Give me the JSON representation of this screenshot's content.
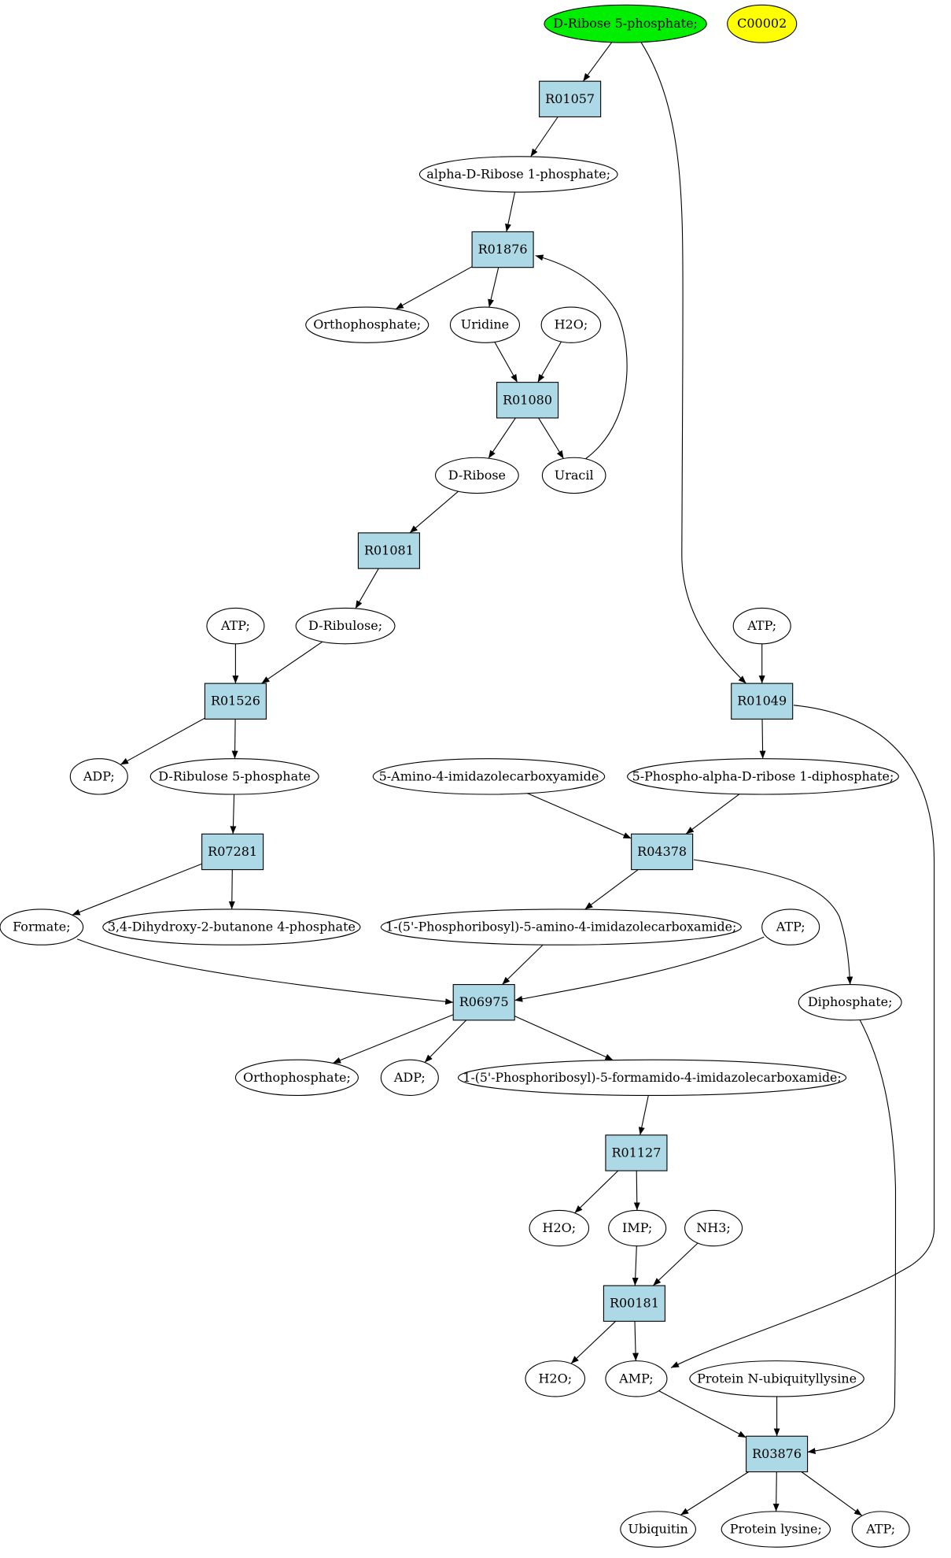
{
  "colors": {
    "reaction_fill": "#add8e6",
    "compound_fill": "#ffffff",
    "start_fill": "#00ee00",
    "highlight_fill": "#ffff00",
    "stroke": "#000000"
  },
  "diagram": {
    "nodes": {
      "c_ribose5p": {
        "label": "D-Ribose 5-phosphate;",
        "kind": "compound",
        "fill": "start"
      },
      "c_c00002": {
        "label": "C00002",
        "kind": "compound",
        "fill": "highlight"
      },
      "r_R01057": {
        "label": "R01057",
        "kind": "reaction"
      },
      "c_aribose1p": {
        "label": "alpha-D-Ribose 1-phosphate;",
        "kind": "compound"
      },
      "r_R01876": {
        "label": "R01876",
        "kind": "reaction"
      },
      "c_ortho1": {
        "label": "Orthophosphate;",
        "kind": "compound"
      },
      "c_uridine": {
        "label": "Uridine",
        "kind": "compound"
      },
      "c_h2o1": {
        "label": "H2O;",
        "kind": "compound"
      },
      "r_R01080": {
        "label": "R01080",
        "kind": "reaction"
      },
      "c_dribose": {
        "label": "D-Ribose",
        "kind": "compound"
      },
      "c_uracil": {
        "label": "Uracil",
        "kind": "compound"
      },
      "r_R01081": {
        "label": "R01081",
        "kind": "reaction"
      },
      "c_atp1": {
        "label": "ATP;",
        "kind": "compound"
      },
      "c_dribulose": {
        "label": "D-Ribulose;",
        "kind": "compound"
      },
      "c_atp2": {
        "label": "ATP;",
        "kind": "compound"
      },
      "r_R01526": {
        "label": "R01526",
        "kind": "reaction"
      },
      "r_R01049": {
        "label": "R01049",
        "kind": "reaction"
      },
      "c_adp1": {
        "label": "ADP;",
        "kind": "compound"
      },
      "c_ribulose5p": {
        "label": "D-Ribulose 5-phosphate",
        "kind": "compound"
      },
      "c_aica": {
        "label": "5-Amino-4-imidazolecarboxyamide",
        "kind": "compound"
      },
      "c_prpp": {
        "label": "5-Phospho-alpha-D-ribose 1-diphosphate;",
        "kind": "compound"
      },
      "r_R07281": {
        "label": "R07281",
        "kind": "reaction"
      },
      "r_R04378": {
        "label": "R04378",
        "kind": "reaction"
      },
      "c_formate": {
        "label": "Formate;",
        "kind": "compound"
      },
      "c_dhbp": {
        "label": "3,4-Dihydroxy-2-butanone 4-phosphate",
        "kind": "compound"
      },
      "c_aicar": {
        "label": "1-(5'-Phosphoribosyl)-5-amino-4-imidazolecarboxamide;",
        "kind": "compound"
      },
      "c_atp3": {
        "label": "ATP;",
        "kind": "compound"
      },
      "r_R06975": {
        "label": "R06975",
        "kind": "reaction"
      },
      "c_diphosphate": {
        "label": "Diphosphate;",
        "kind": "compound"
      },
      "c_ortho2": {
        "label": "Orthophosphate;",
        "kind": "compound"
      },
      "c_adp2": {
        "label": "ADP;",
        "kind": "compound"
      },
      "c_faicar": {
        "label": "1-(5'-Phosphoribosyl)-5-formamido-4-imidazolecarboxamide;",
        "kind": "compound"
      },
      "r_R01127": {
        "label": "R01127",
        "kind": "reaction"
      },
      "c_h2o2": {
        "label": "H2O;",
        "kind": "compound"
      },
      "c_imp": {
        "label": "IMP;",
        "kind": "compound"
      },
      "c_nh3": {
        "label": "NH3;",
        "kind": "compound"
      },
      "r_R00181": {
        "label": "R00181",
        "kind": "reaction"
      },
      "c_h2o3": {
        "label": "H2O;",
        "kind": "compound"
      },
      "c_amp": {
        "label": "AMP;",
        "kind": "compound"
      },
      "c_protubiq": {
        "label": "Protein N-ubiquityllysine",
        "kind": "compound"
      },
      "r_R03876": {
        "label": "R03876",
        "kind": "reaction"
      },
      "c_ubiquitin": {
        "label": "Ubiquitin",
        "kind": "compound"
      },
      "c_protlys": {
        "label": "Protein lysine;",
        "kind": "compound"
      },
      "c_atp4": {
        "label": "ATP;",
        "kind": "compound"
      }
    },
    "edges": [
      [
        "c_ribose5p",
        "r_R01057"
      ],
      [
        "c_ribose5p",
        "r_R01049"
      ],
      [
        "r_R01057",
        "c_aribose1p"
      ],
      [
        "c_aribose1p",
        "r_R01876"
      ],
      [
        "r_R01876",
        "c_ortho1"
      ],
      [
        "r_R01876",
        "c_uridine"
      ],
      [
        "c_uridine",
        "r_R01080"
      ],
      [
        "c_h2o1",
        "r_R01080"
      ],
      [
        "r_R01080",
        "c_dribose"
      ],
      [
        "r_R01080",
        "c_uracil"
      ],
      [
        "c_uracil",
        "r_R01876"
      ],
      [
        "c_dribose",
        "r_R01081"
      ],
      [
        "r_R01081",
        "c_dribulose"
      ],
      [
        "c_atp1",
        "r_R01526"
      ],
      [
        "c_dribulose",
        "r_R01526"
      ],
      [
        "r_R01526",
        "c_adp1"
      ],
      [
        "r_R01526",
        "c_ribulose5p"
      ],
      [
        "c_ribulose5p",
        "r_R07281"
      ],
      [
        "r_R07281",
        "c_formate"
      ],
      [
        "r_R07281",
        "c_dhbp"
      ],
      [
        "c_atp2",
        "r_R01049"
      ],
      [
        "r_R01049",
        "c_prpp"
      ],
      [
        "r_R01049",
        "c_amp"
      ],
      [
        "c_aica",
        "r_R04378"
      ],
      [
        "c_prpp",
        "r_R04378"
      ],
      [
        "r_R04378",
        "c_aicar"
      ],
      [
        "r_R04378",
        "c_diphosphate"
      ],
      [
        "c_aicar",
        "r_R06975"
      ],
      [
        "c_formate",
        "r_R06975"
      ],
      [
        "c_atp3",
        "r_R06975"
      ],
      [
        "r_R06975",
        "c_ortho2"
      ],
      [
        "r_R06975",
        "c_adp2"
      ],
      [
        "r_R06975",
        "c_faicar"
      ],
      [
        "c_faicar",
        "r_R01127"
      ],
      [
        "r_R01127",
        "c_h2o2"
      ],
      [
        "r_R01127",
        "c_imp"
      ],
      [
        "c_imp",
        "r_R00181"
      ],
      [
        "c_nh3",
        "r_R00181"
      ],
      [
        "r_R00181",
        "c_h2o3"
      ],
      [
        "r_R00181",
        "c_amp"
      ],
      [
        "c_amp",
        "r_R03876"
      ],
      [
        "c_protubiq",
        "r_R03876"
      ],
      [
        "c_diphosphate",
        "r_R03876"
      ],
      [
        "r_R03876",
        "c_ubiquitin"
      ],
      [
        "r_R03876",
        "c_protlys"
      ],
      [
        "r_R03876",
        "c_atp4"
      ]
    ]
  }
}
